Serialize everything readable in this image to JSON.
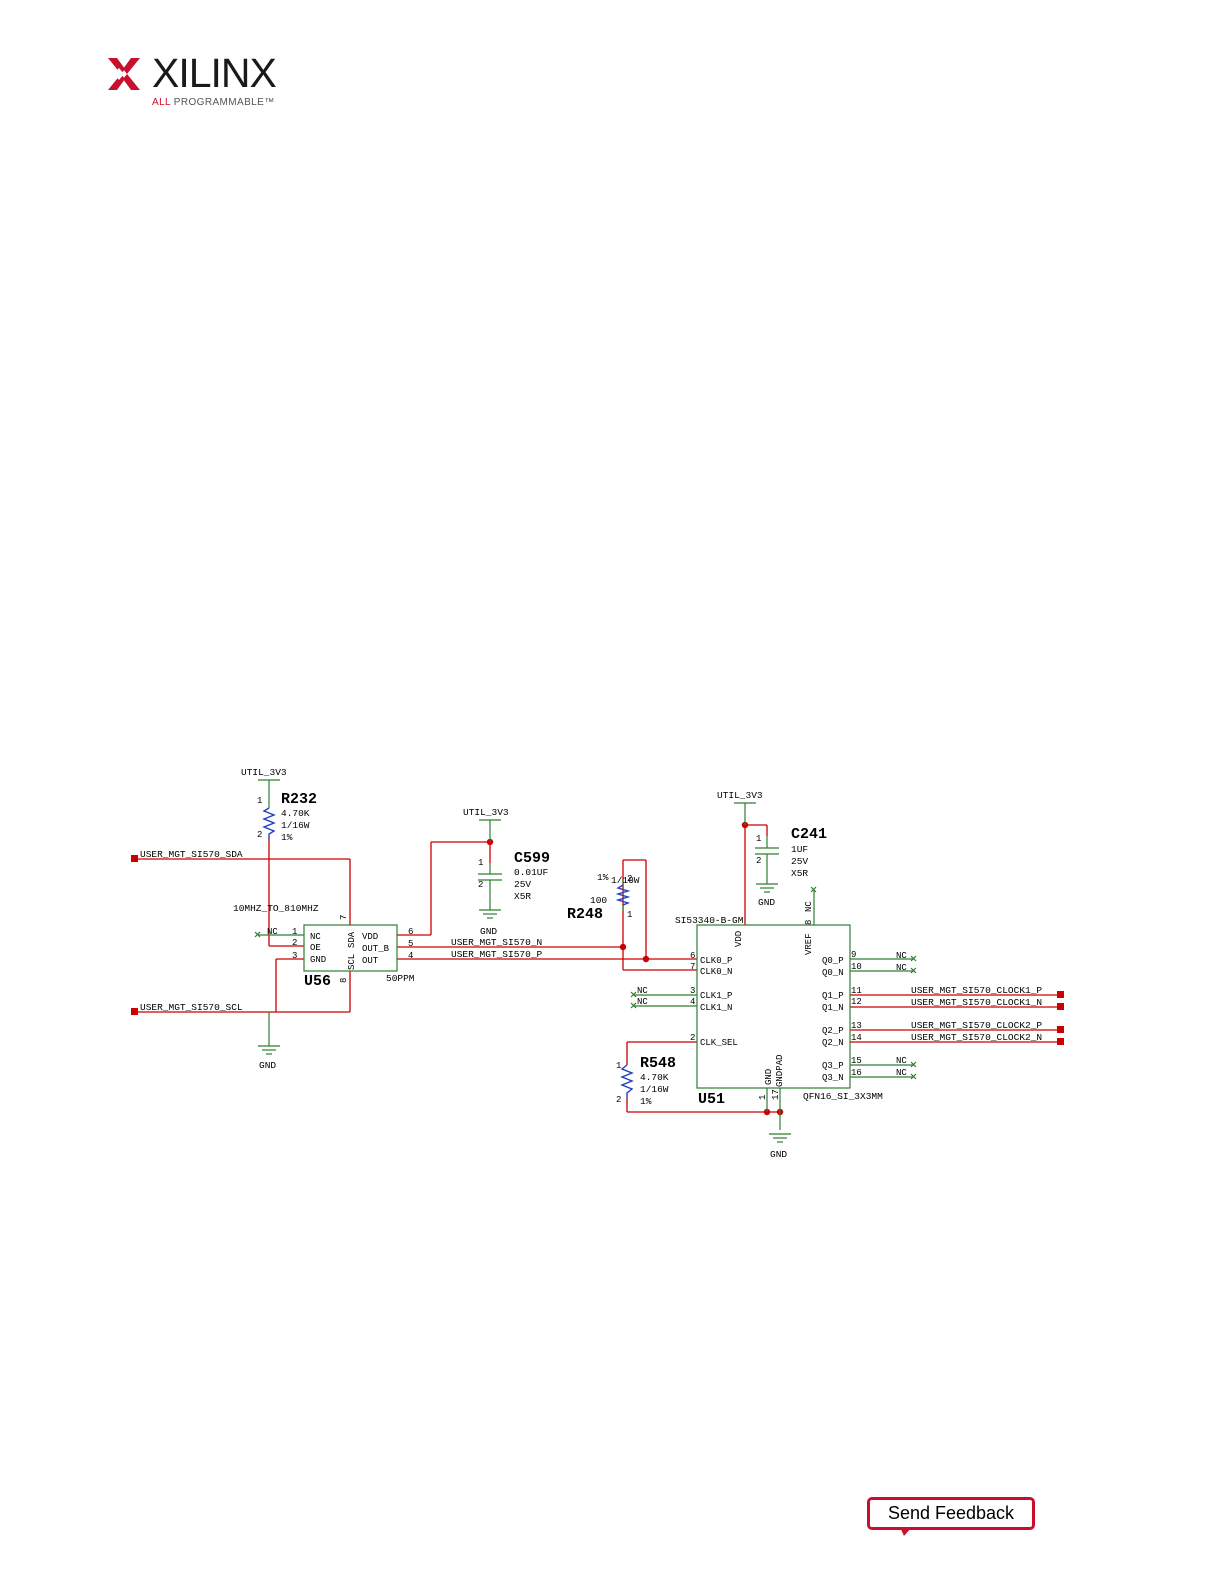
{
  "logo": {
    "brand": "XILINX",
    "tagline_prefix": "ALL",
    "tagline_rest": " PROGRAMMABLE",
    "tagline_mark": "™",
    "color": "#c8102e"
  },
  "schematic": {
    "power_labels": {
      "util_a": "UTIL_3V3",
      "util_b": "UTIL_3V3",
      "util_c": "UTIL_3V3"
    },
    "ground_labels": {
      "gnd_a": "GND",
      "gnd_b": "GND",
      "gnd_c": "GND",
      "gnd_d": "GND"
    },
    "r232": {
      "ref": "R232",
      "value": "4.70K",
      "power": "1/16W",
      "tol": "1%",
      "pin1": "1",
      "pin2": "2"
    },
    "c599": {
      "ref": "C599",
      "value": "0.01UF",
      "voltage": "25V",
      "dielectric": "X5R",
      "pin1": "1",
      "pin2": "2"
    },
    "r248": {
      "ref": "R248",
      "value": "100",
      "tol": "1%",
      "power": "1/10W",
      "pin1": "1",
      "pin2": "2"
    },
    "c241": {
      "ref": "C241",
      "value": "1UF",
      "voltage": "25V",
      "dielectric": "X5R",
      "pin1": "1",
      "pin2": "2"
    },
    "r548": {
      "ref": "R548",
      "value": "4.70K",
      "power": "1/16W",
      "tol": "1%",
      "pin1": "1",
      "pin2": "2"
    },
    "u56": {
      "ref": "U56",
      "part": "10MHZ_TO_810MHZ",
      "ppm": "50PPM",
      "left_pins": [
        "NC",
        "OE",
        "GND"
      ],
      "left_nums": [
        "1",
        "2",
        "3"
      ],
      "right_pins": [
        "VDD",
        "OUT_B",
        "OUT"
      ],
      "right_nums": [
        "6",
        "5",
        "4"
      ],
      "sda": "SDA",
      "scl": "SCL",
      "pin7": "7",
      "pin8": "8",
      "nc_label": "NC"
    },
    "u51": {
      "ref": "U51",
      "part": "SI53340-B-GM",
      "package": "QFN16_SI_3X3MM",
      "vdd": "VDD",
      "vref": "VREF",
      "vref_num": "8",
      "nc_top": "NC",
      "left_pins": [
        "CLK0_P",
        "CLK0_N",
        "CLK1_P",
        "CLK1_N",
        "CLK_SEL"
      ],
      "left_nums": [
        "6",
        "7",
        "3",
        "4",
        "2"
      ],
      "right_pins": [
        "Q0_P",
        "Q0_N",
        "Q1_P",
        "Q1_N",
        "Q2_P",
        "Q2_N",
        "Q3_P",
        "Q3_N"
      ],
      "right_nums": [
        "9",
        "10",
        "11",
        "12",
        "13",
        "14",
        "15",
        "16"
      ],
      "gnd": "GND",
      "gndpad": "GNDPAD",
      "gnd_num": "1",
      "gndpad_num": "17"
    },
    "nets": {
      "sda": "USER_MGT_SI570_SDA",
      "scl": "USER_MGT_SI570_SCL",
      "clk_n": "USER_MGT_SI570_N",
      "clk_p": "USER_MGT_SI570_P",
      "clock1_p": "USER_MGT_SI570_CLOCK1_P",
      "clock1_n": "USER_MGT_SI570_CLOCK1_N",
      "clock2_p": "USER_MGT_SI570_CLOCK2_P",
      "clock2_n": "USER_MGT_SI570_CLOCK2_N",
      "nc": "NC"
    }
  },
  "feedback": {
    "label": "Send Feedback"
  }
}
